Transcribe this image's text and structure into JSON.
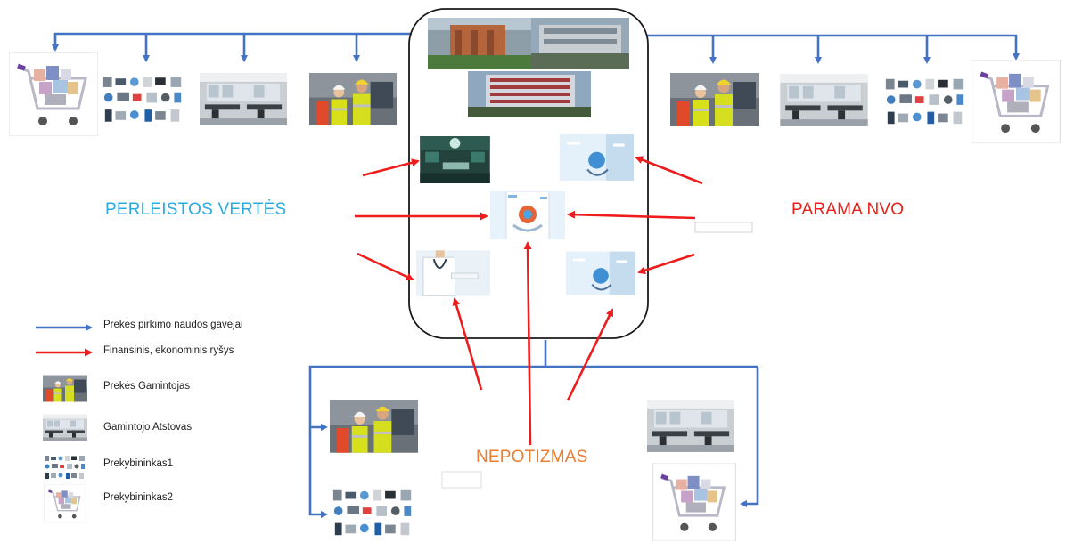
{
  "labels": {
    "left": "PERLEISTOS VERTĖS",
    "right": "PARAMA NVO",
    "bottom": "NEPOTIZMAS"
  },
  "legend": [
    {
      "kind": "blue-arrow",
      "icon": "blue-arrow-icon",
      "text": "Prekės pirkimo naudos gavėjai"
    },
    {
      "kind": "red-arrow",
      "icon": "red-arrow-icon",
      "text": "Finansinis, ekonominis ryšys"
    },
    {
      "kind": "worker",
      "icon": "workers-photo-icon",
      "text": "Prekės Gamintojas"
    },
    {
      "kind": "office",
      "icon": "office-photo-icon",
      "text": "Gamintojo Atstovas"
    },
    {
      "kind": "tools",
      "icon": "medical-equipment-icon",
      "text": "Prekybininkas1"
    },
    {
      "kind": "cart",
      "icon": "shopping-cart-icon",
      "text": "Prekybininkas2"
    }
  ],
  "colors": {
    "blue": "#4472c4",
    "red": "#ee1c1c",
    "left_label": "#29abe2",
    "right_label": "#e8221b",
    "bottom_label": "#ed7d31"
  }
}
